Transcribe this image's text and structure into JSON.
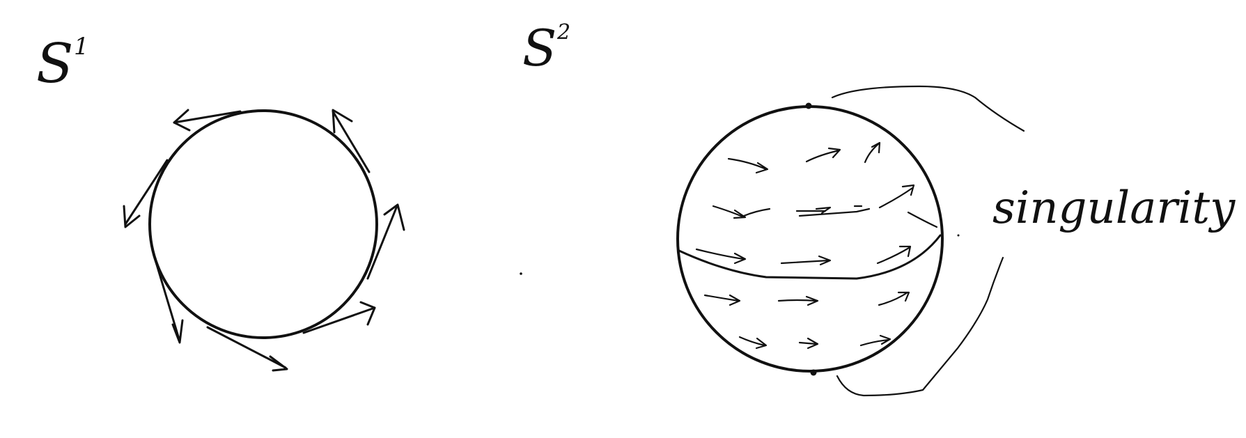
{
  "labels": {
    "s1": "S",
    "s1_sup": "1",
    "s2": "S",
    "s2_sup": "2",
    "singularity": "singularity"
  },
  "colors": {
    "ink": "#111111",
    "background": "#ffffff"
  }
}
